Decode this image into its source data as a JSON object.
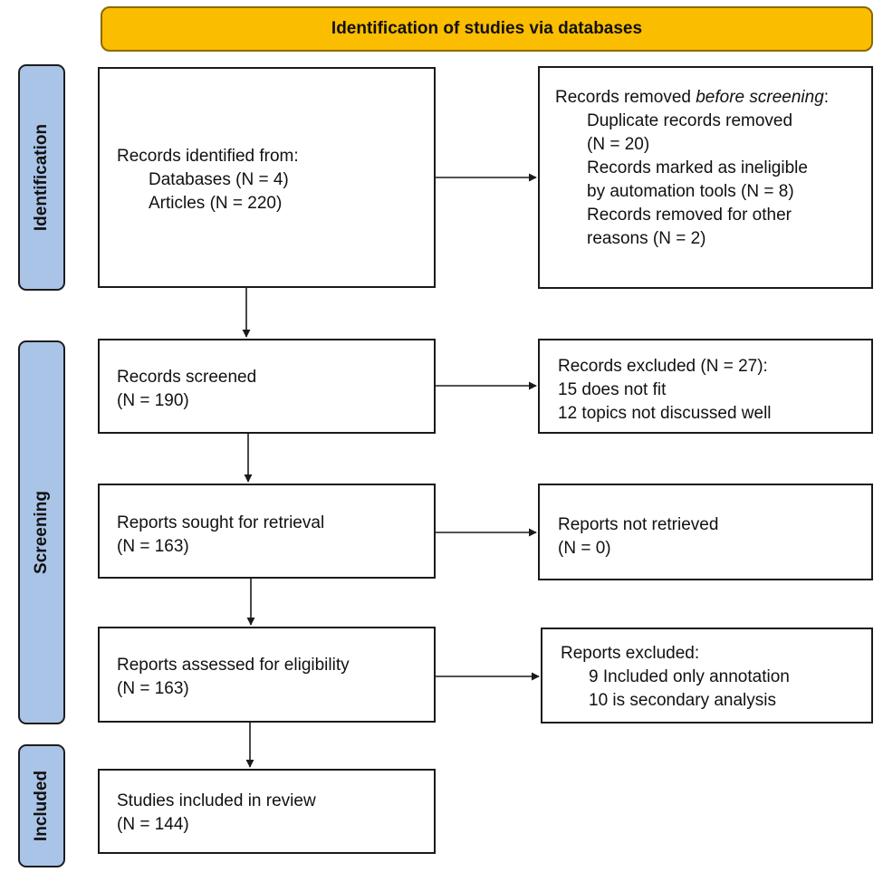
{
  "header": {
    "title": "Identification of studies via databases"
  },
  "phases": {
    "identification": "Identification",
    "screening": "Screening",
    "included": "Included"
  },
  "boxes": {
    "records_identified": {
      "title": "Records identified from:",
      "databases": "Databases (N = 4)",
      "articles": "Articles (N = 220)"
    },
    "records_removed": {
      "intro_plain": "Records removed ",
      "intro_italic": "before screening",
      "intro_end": ":",
      "duplicate": "Duplicate records removed",
      "duplicate_count": "(N = 20)",
      "ineligible": "Records marked as ineligible",
      "ineligible_count": "by automation tools (N = 8)",
      "other": "Records removed for other",
      "other_count": "reasons (N = 2)"
    },
    "records_screened": {
      "title": "Records screened",
      "count": "(N = 190)"
    },
    "records_excluded": {
      "title": "Records excluded (N = 27):",
      "reason1": "15 does not fit",
      "reason2": "12 topics not discussed well"
    },
    "reports_sought": {
      "title": "Reports sought for retrieval",
      "count": "(N = 163)"
    },
    "reports_not_retrieved": {
      "title": "Reports not retrieved",
      "count": "(N = 0)"
    },
    "reports_assessed": {
      "title": "Reports assessed for eligibility",
      "count": "(N = 163)"
    },
    "reports_excluded": {
      "title": "Reports excluded:",
      "reason1": "9 Included only annotation",
      "reason2": "10 is secondary analysis"
    },
    "studies_included": {
      "title": "Studies included in review",
      "count": "(N = 144)"
    }
  },
  "colors": {
    "header_fill": "#fbbd00",
    "phase_fill": "#a9c4e7",
    "border": "#1a1a1a"
  }
}
